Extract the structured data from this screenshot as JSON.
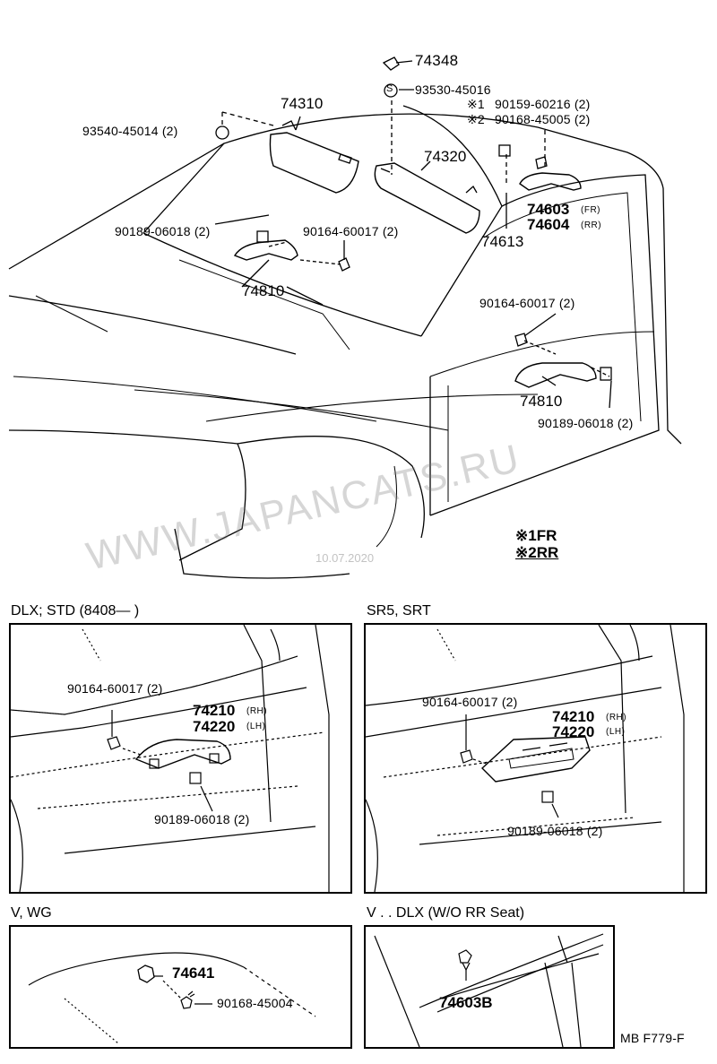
{
  "watermark": {
    "text": "WWW.JAPANCATS.RU",
    "date": "10.07.2020"
  },
  "top": {
    "p74348": "74348",
    "p93530": "93530-45016",
    "s_symbol": "S",
    "p74310": "74310",
    "p93540": "93540-45014 (2)",
    "n1_mark": "※1",
    "n1_part": "90159-60216 (2)",
    "n2_mark": "※2",
    "n2_part": "90168-45005 (2)",
    "p74320": "74320",
    "p74603": "74603",
    "fr": "(FR)",
    "p74604": "74604",
    "rr": "(RR)",
    "p74613": "74613",
    "p90189_top": "90189-06018 (2)",
    "p90164_top": "90164-60017 (2)",
    "p74810_top": "74810",
    "p90164_right": "90164-60017 (2)",
    "p74810_right": "74810",
    "p90189_right": "90189-06018 (2)"
  },
  "legend": {
    "l1": "※1FR",
    "l2": "※2RR"
  },
  "panel_dlx": {
    "title": "DLX; STD (8408—          )",
    "p90164": "90164-60017 (2)",
    "p74210": "74210",
    "rh": "(RH)",
    "p74220": "74220",
    "lh": "(LH)",
    "p90189": "90189-06018 (2)"
  },
  "panel_sr5": {
    "title": "SR5, SRT",
    "p90164": "90164-60017 (2)",
    "p74210": "74210",
    "rh": "(RH)",
    "p74220": "74220",
    "lh": "(LH)",
    "p90189": "90189-06018 (2)"
  },
  "panel_vwg": {
    "title": "V, WG",
    "p74641": "74641",
    "p90168": "90168-45004"
  },
  "panel_vdlx": {
    "title": "V . . DLX (W/O  RR  Seat)",
    "p74603b": "74603B"
  },
  "ref_code": "MB  F779-F"
}
